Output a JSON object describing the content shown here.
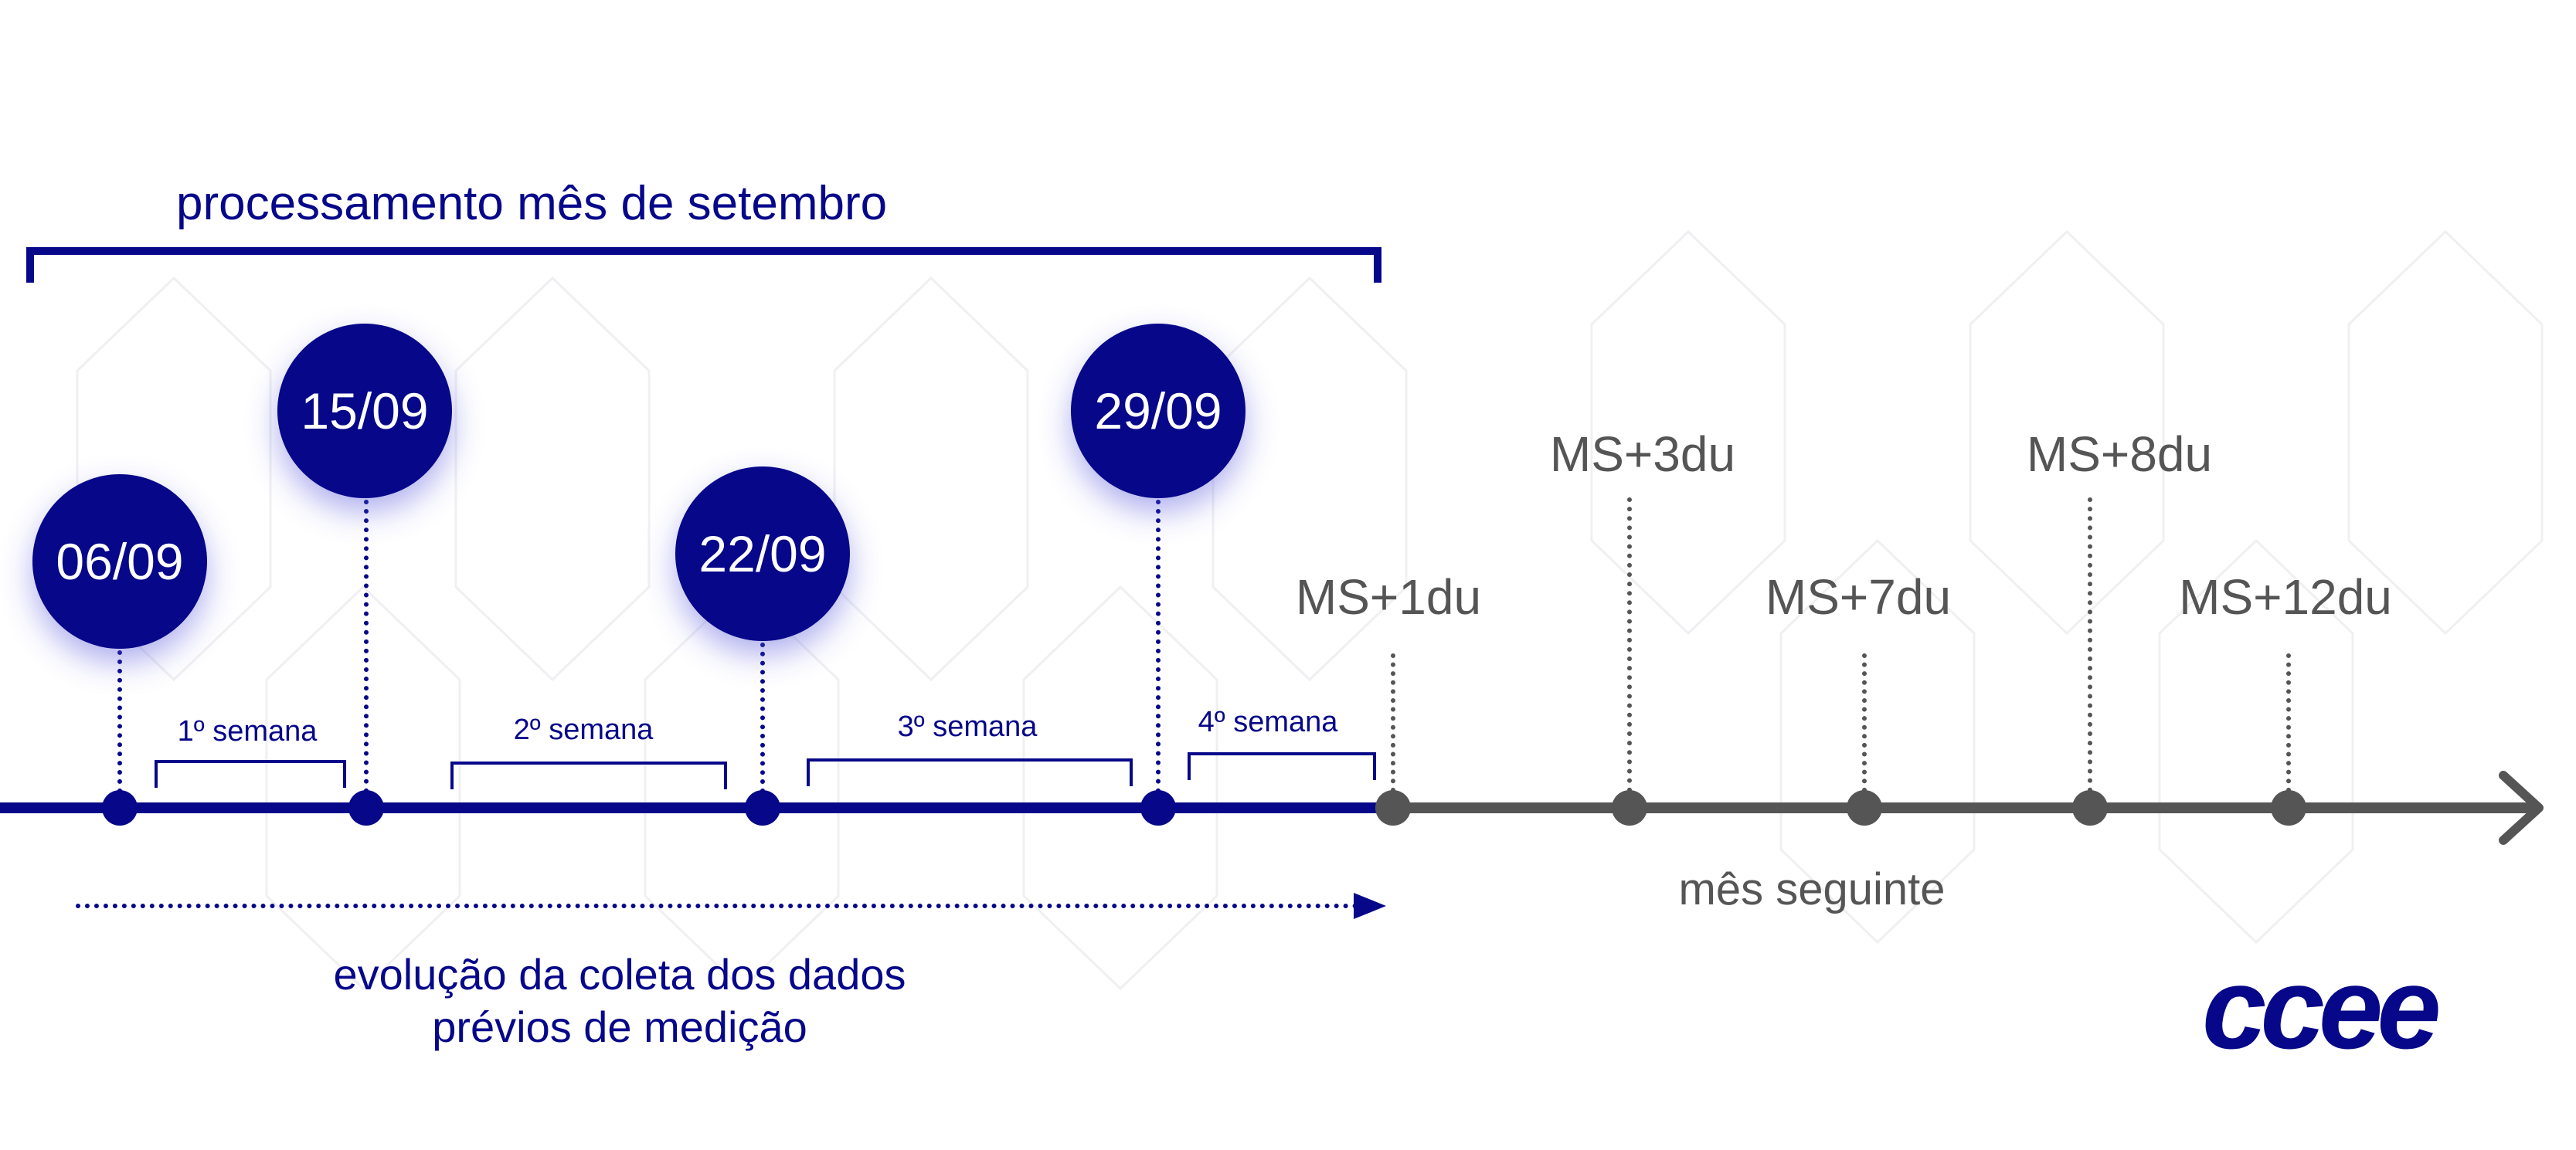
{
  "title": "processamento mês de setembro",
  "dates": [
    {
      "label": "06/09"
    },
    {
      "label": "15/09"
    },
    {
      "label": "22/09"
    },
    {
      "label": "29/09"
    }
  ],
  "weeks": [
    "1º semana",
    "2º semana",
    "3º semana",
    "4º semana"
  ],
  "milestones": [
    "MS+1du",
    "MS+3du",
    "MS+7du",
    "MS+8du",
    "MS+12du"
  ],
  "next_month_label": "mês seguinte",
  "collection_label": {
    "line1": "evolução da coleta dos dados",
    "line2": "prévios de medição"
  },
  "logo": "ccee",
  "colors": {
    "primary": "#07078a",
    "secondary": "#555555"
  }
}
